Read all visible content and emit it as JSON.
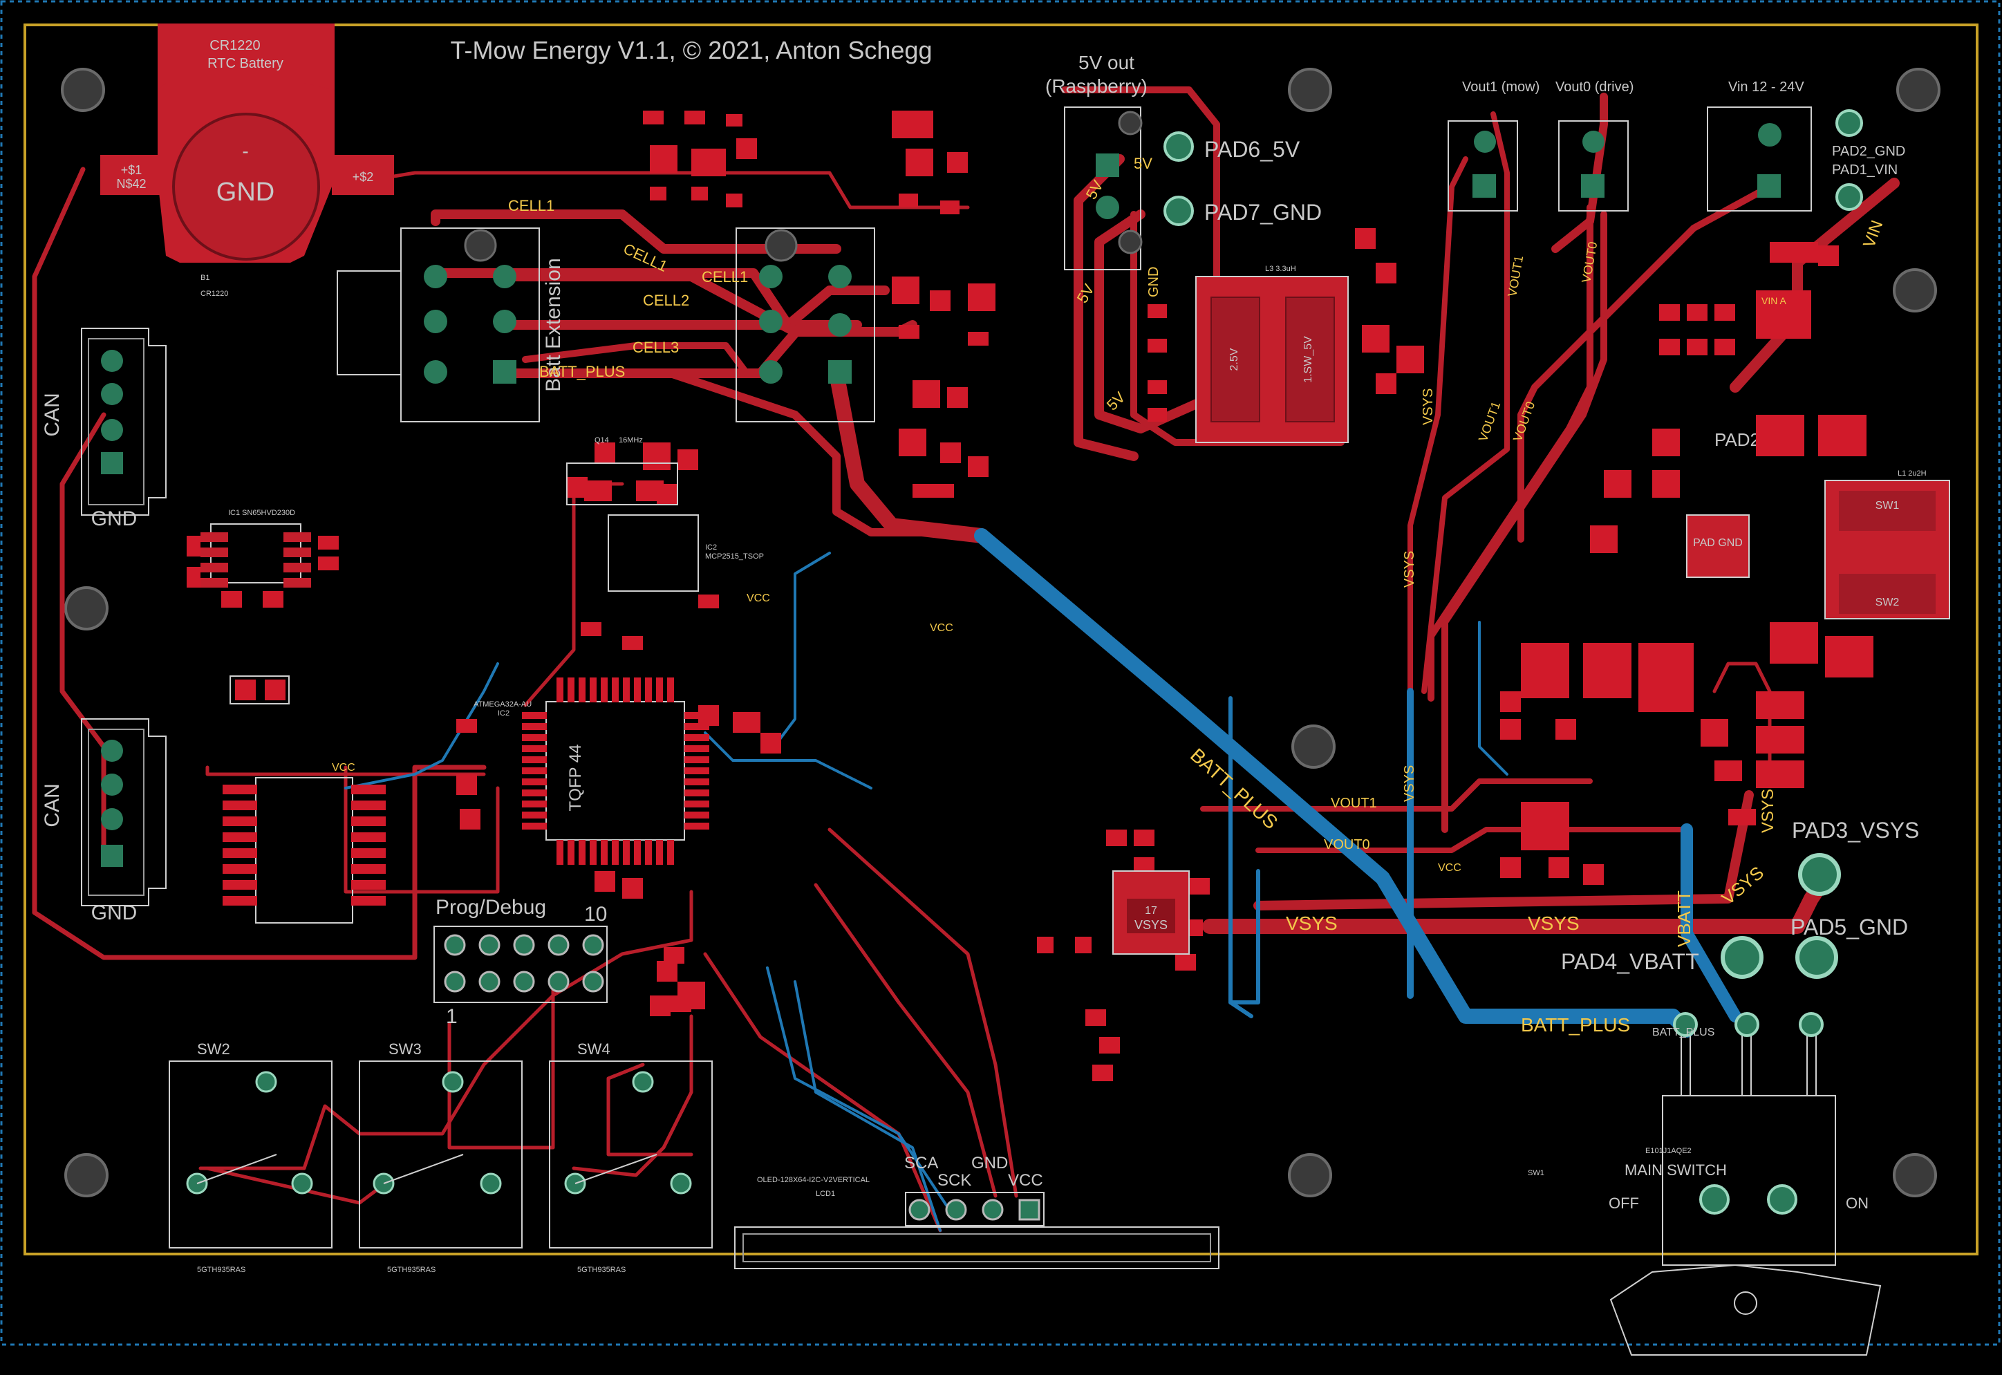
{
  "board": {
    "title": "T-Mow Energy V1.1, © 2021, Anton Schegg",
    "colors": {
      "background": "#000000",
      "top_copper": "#b81e2a",
      "bottom_copper": "#1f78b4",
      "silkscreen": "#cfcfcf",
      "net_label": "#f2c84b",
      "pad_thru": "#2a7a5a",
      "dimension": "#c9a227"
    }
  },
  "battery": {
    "title": "CR1220",
    "subtitle": "RTC Battery",
    "gnd": "GND",
    "minus": "-",
    "pos1": "+$1",
    "pos2": "+$2",
    "name_left": "N$42",
    "ref": "B1",
    "value": "CR1220"
  },
  "connectors": {
    "can_top": "CAN",
    "can_top_gnd": "GND",
    "can_bottom": "CAN",
    "can_bottom_gnd": "GND",
    "batt_ext": "Batt Extension",
    "out5v_line1": "5V out",
    "out5v_line2": "(Raspberry)",
    "pad6": "PAD6_5V",
    "pad7": "PAD7_GND",
    "vout1": "Vout1 (mow)",
    "vout0": "Vout0 (drive)",
    "vin": "Vin 12 - 24V",
    "pad2": "PAD2_GND",
    "pad1": "PAD1_VIN",
    "pad3": "PAD3_VSYS",
    "pad4": "PAD4_VBATT",
    "pad5": "PAD5_GND",
    "prog": "Prog/Debug",
    "prog_pin1": "1",
    "prog_pin10": "10",
    "sw2": "SW2",
    "sw3": "SW3",
    "sw4": "SW4",
    "sw_part": "5GTH935RAS",
    "oled_pins": [
      "SCA",
      "SCK",
      "GND",
      "VCC"
    ],
    "oled_part": "OLED-128X64-I2C-V2VERTICAL",
    "oled_ref": "LCD1",
    "main_switch": "MAIN SWITCH",
    "main_switch_ref": "SW1",
    "main_switch_part": "E101J1AQE2",
    "off": "OFF",
    "on": "ON",
    "batt_plus_pad": "BATT_PLUS",
    "ic_mcu": "ATMEGA32A-AU",
    "ic_mcu_ref": "IC2",
    "ic_mcu_pkg": "TQFP 44",
    "ic_can": "SN65HVD230D",
    "ic_can_ref": "IC1",
    "ic_mcp": "MCP2515_TSOP",
    "ic_mcp_ref": "IC2",
    "xtal": "16MHz",
    "xtal_ref": "Q14",
    "inductor_l3": "L3 3.3uH",
    "inductor_l1": "L1 2u2H",
    "l3_pad_a": "2.5V",
    "l3_pad_b": "1.SW_5V",
    "u4_label": "VSYS",
    "u4_pad": "17",
    "pad_sw1": "SW1",
    "pad_sw2": "SW2",
    "pad_gnd_pad": "PAD GND",
    "pad_pad2": "PAD2"
  },
  "nets": {
    "cell1": "CELL1",
    "cell2": "CELL2",
    "cell3": "CELL3",
    "batt_plus": "BATT_PLUS",
    "vsys": "VSYS",
    "vout0": "VOUT0",
    "vout1": "VOUT1",
    "vbatt": "VBATT",
    "vcc": "VCC",
    "gnd": "GND",
    "v5": "5V",
    "vin": "VIN",
    "vin_a": "VIN A"
  }
}
